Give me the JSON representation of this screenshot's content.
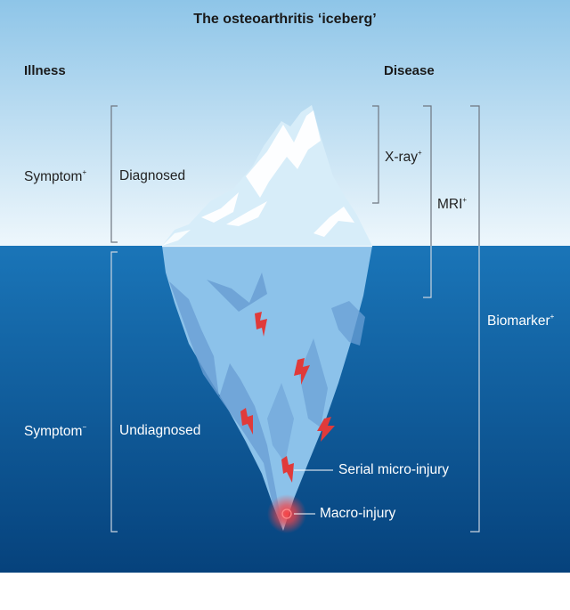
{
  "title": "The osteoarthritis ‘iceberg’",
  "headers": {
    "illness": "Illness",
    "disease": "Disease"
  },
  "rows": {
    "symptom_pos": "Symptom",
    "symptom_pos_sign": "+",
    "diagnosed": "Diagnosed",
    "symptom_neg": "Symptom",
    "symptom_neg_sign": "−",
    "undiagnosed": "Undiagnosed"
  },
  "imaging": {
    "xray": "X-ray",
    "xray_sign": "+",
    "mri": "MRI",
    "mri_sign": "+",
    "biomarker": "Biomarker",
    "biomarker_sign": "+"
  },
  "injuries": {
    "micro": "Serial micro-injury",
    "macro": "Macro-injury"
  },
  "colors": {
    "sky_top": "#8ec5e8",
    "sky_bottom": "#eef7fc",
    "water_top": "#1a75b8",
    "water_bottom": "#06427c",
    "ice_top": "#d7edf9",
    "ice_under": "#8cc2ea",
    "ice_shadow": "#6a9fd4",
    "bolt": "#e03a3a",
    "bracket": "#6e7680"
  }
}
